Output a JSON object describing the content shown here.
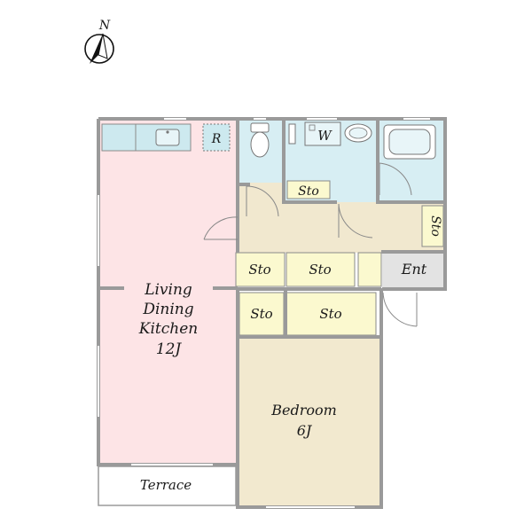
{
  "compass": {
    "north_label": "N"
  },
  "rooms": {
    "ldk": {
      "line1": "Living",
      "line2": "Dining",
      "line3": "Kitchen",
      "size": "12J"
    },
    "bedroom": {
      "name": "Bedroom",
      "size": "6J"
    },
    "terrace": "Terrace",
    "entrance": "Ent",
    "refrigerator": "R",
    "washer": "W",
    "storage": "Sto"
  },
  "colors": {
    "ldk": "#fde4e6",
    "bedroom": "#f2e9cf",
    "hall": "#f1e8cf",
    "wet": "#d7eef3",
    "storage": "#fbf9cf",
    "entrance": "#e3e3e3",
    "wall": "#9a9a9a"
  }
}
